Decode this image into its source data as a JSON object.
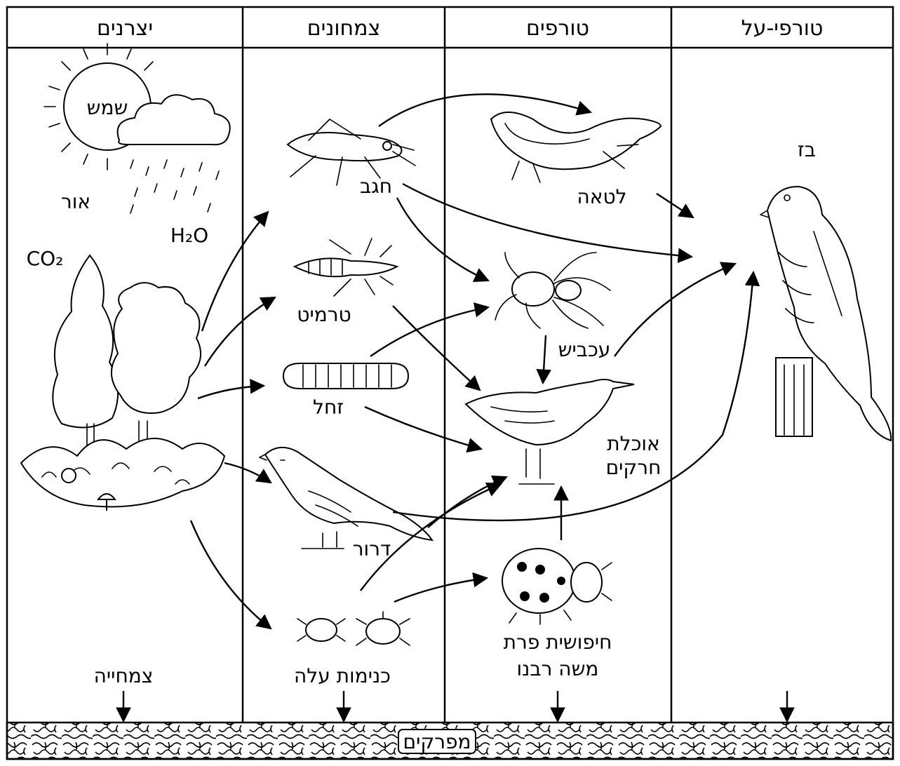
{
  "columns": [
    {
      "key": "producers",
      "header": "יצרנים"
    },
    {
      "key": "herbivores",
      "header": "צמחונים"
    },
    {
      "key": "predators",
      "header": "טורפים"
    },
    {
      "key": "top_predators",
      "header": "טורפי-על"
    }
  ],
  "producers": {
    "sun": "שמש",
    "light": "אור",
    "water": "H₂O",
    "co2": "CO₂",
    "vegetation": "צמחייה"
  },
  "herbivores": {
    "grasshopper": "חגב",
    "termite": "טרמיט",
    "caterpillar": "זחל",
    "sparrow": "דרור",
    "aphids": "כנימות עלה"
  },
  "predators": {
    "lizard": "לטאה",
    "spider": "עכביש",
    "insect_eater_line1": "אוכלת",
    "insect_eater_line2": "חרקים",
    "ladybug_line1": "חיפושית פרת",
    "ladybug_line2": "משה רבנו"
  },
  "top_predators": {
    "falcon": "בז"
  },
  "decomposers": "מפרקים",
  "colors": {
    "ink": "#000000",
    "paper": "#ffffff"
  }
}
